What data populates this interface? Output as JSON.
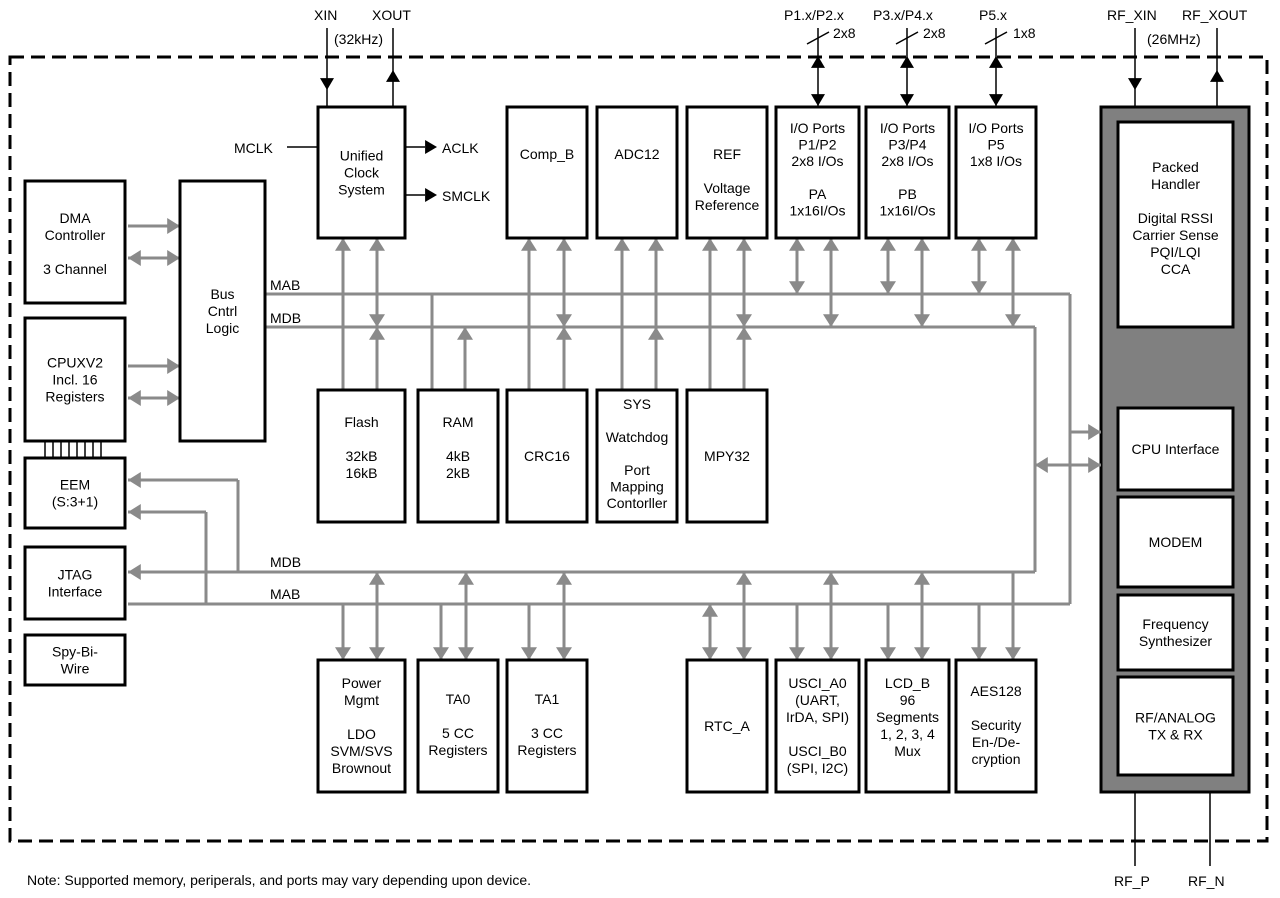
{
  "pins": {
    "xin": "XIN",
    "xout": "XOUT",
    "xtal": "(32kHz)",
    "p12": "P1.x/P2.x",
    "p12_width": "2x8",
    "p34": "P3.x/P4.x",
    "p34_width": "2x8",
    "p5": "P5.x",
    "p5_width": "1x8",
    "rf_xin": "RF_XIN",
    "rf_xout": "RF_XOUT",
    "rf_xtal": "(26MHz)",
    "rf_p": "RF_P",
    "rf_n": "RF_N"
  },
  "clock_signals": {
    "mclk": "MCLK",
    "aclk": "ACLK",
    "smclk": "SMCLK"
  },
  "bus_labels": {
    "mab": "MAB",
    "mdb": "MDB"
  },
  "blocks": {
    "dma": [
      "DMA",
      "Controller",
      "",
      "3 Channel"
    ],
    "bus_ctrl": [
      "Bus",
      "Cntrl",
      "Logic"
    ],
    "cpu": [
      "CPUXV2",
      "Incl. 16",
      "Registers"
    ],
    "eem": [
      "EEM",
      "(S:3+1)"
    ],
    "jtag": [
      "JTAG",
      "Interface"
    ],
    "sbw": [
      "Spy-Bi-",
      "Wire"
    ],
    "ucs": [
      "Unified",
      "Clock",
      "System"
    ],
    "comp_b": [
      "Comp_B"
    ],
    "adc12": [
      "ADC12"
    ],
    "ref": [
      "REF",
      "",
      "Voltage",
      "Reference"
    ],
    "io12": [
      "I/O Ports",
      "P1/P2",
      "2x8 I/Os",
      "",
      "PA",
      "1x16I/Os"
    ],
    "io34": [
      "I/O Ports",
      "P3/P4",
      "2x8 I/Os",
      "",
      "PB",
      "1x16I/Os"
    ],
    "io5": [
      "I/O Ports",
      "P5",
      "1x8 I/Os"
    ],
    "flash": [
      "Flash",
      "",
      "32kB",
      "16kB"
    ],
    "ram": [
      "RAM",
      "",
      "4kB",
      "2kB"
    ],
    "crc16": [
      "CRC16"
    ],
    "sys": [
      "SYS",
      "",
      "Watchdog",
      "",
      "Port",
      "Mapping",
      "Contorller"
    ],
    "mpy32": [
      "MPY32"
    ],
    "power": [
      "Power",
      "Mgmt",
      "",
      "LDO",
      "SVM/SVS",
      "Brownout"
    ],
    "ta0": [
      "TA0",
      "",
      "5 CC",
      "Registers"
    ],
    "ta1": [
      "TA1",
      "",
      "3 CC",
      "Registers"
    ],
    "rtc": [
      "RTC_A"
    ],
    "usci": [
      "USCI_A0",
      "(UART,",
      "IrDA, SPI)",
      "",
      "USCI_B0",
      "(SPI, I2C)"
    ],
    "lcd": [
      "LCD_B",
      "96",
      "Segments",
      "1, 2, 3, 4",
      "Mux"
    ],
    "aes": [
      "AES128",
      "",
      "Security",
      "En-/De-",
      "cryption"
    ],
    "packet": [
      "Packed",
      "Handler",
      "",
      "Digital RSSI",
      "Carrier Sense",
      "PQI/LQI",
      "CCA"
    ],
    "cpu_if": [
      "CPU Interface"
    ],
    "modem": [
      "MODEM"
    ],
    "freq": [
      "Frequency",
      "Synthesizer"
    ],
    "rf": [
      "RF/ANALOG",
      "TX & RX"
    ]
  },
  "note": "Note: Supported memory, periperals, and ports may vary depending upon device.",
  "colors": {
    "bus": "#8a8a8a",
    "radio_panel": "#808080",
    "outline": "#000000"
  }
}
